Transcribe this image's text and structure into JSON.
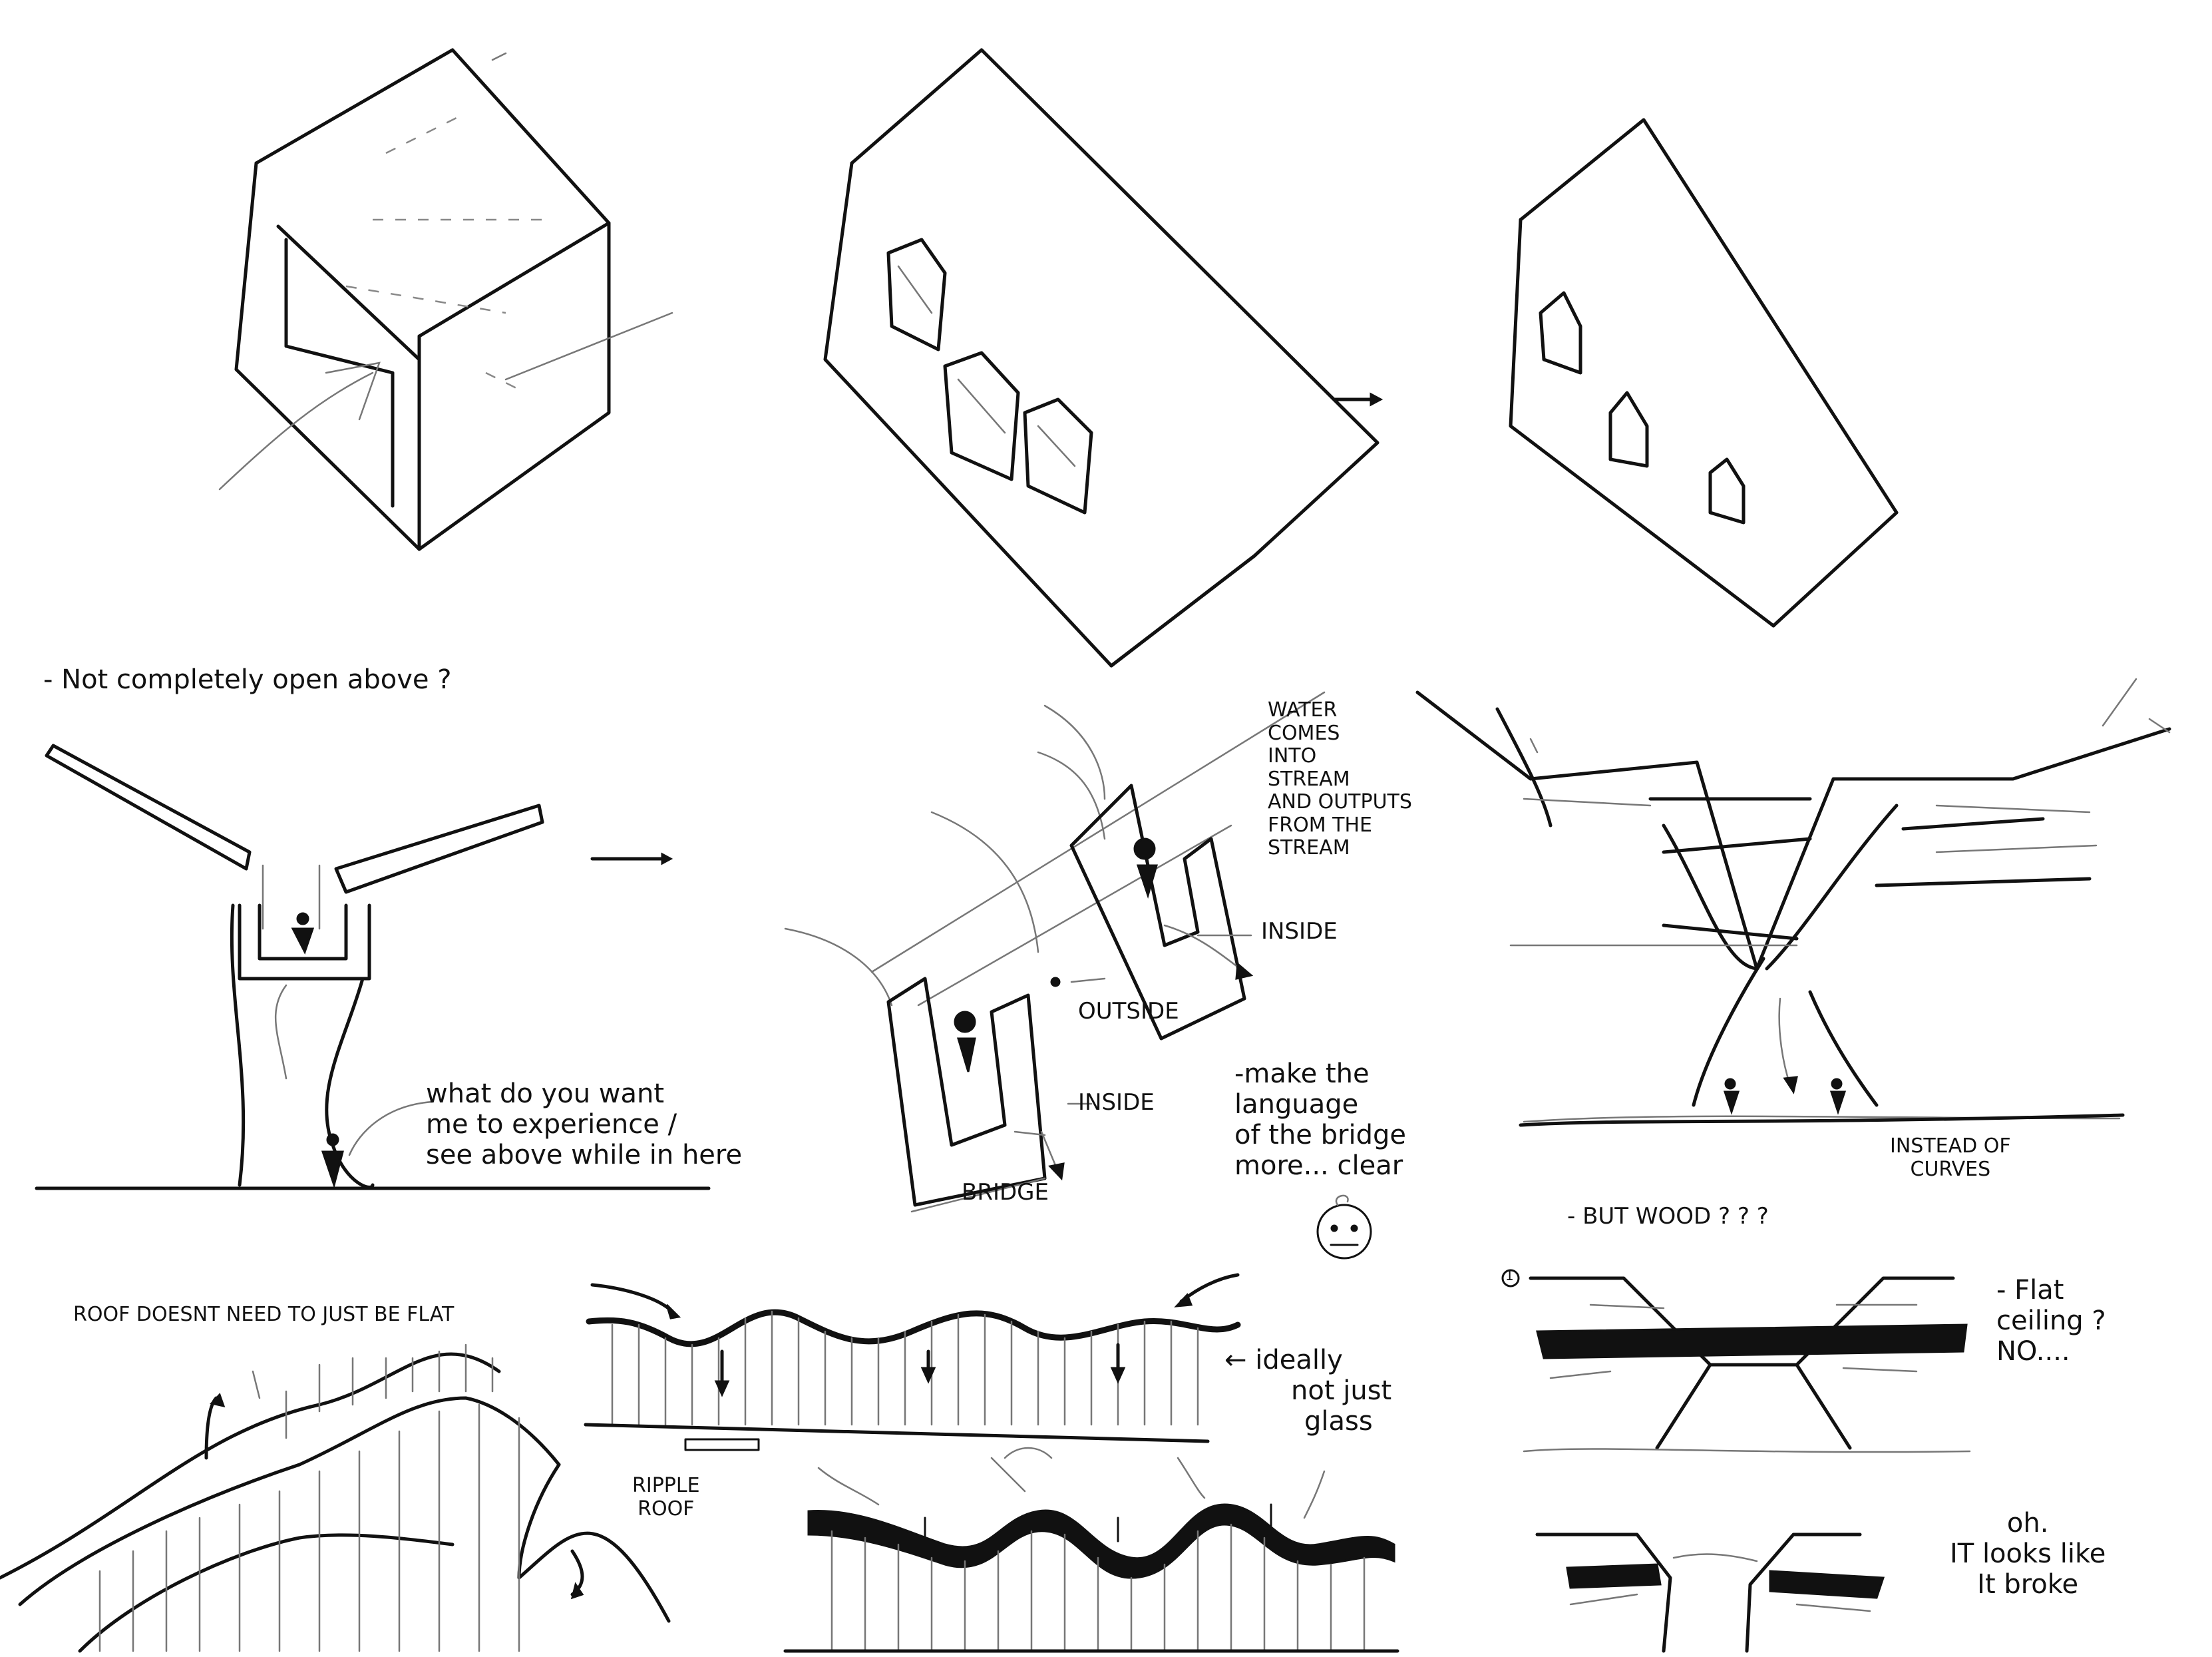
{
  "notes": {
    "not_open_above": "- Not completely open above ?",
    "water_stream": [
      "WATER",
      "COMES",
      "INTO",
      "STREAM",
      "AND OUTPUTS",
      "FROM THE",
      "STREAM"
    ],
    "inside_top": "INSIDE",
    "outside": "OUTSIDE",
    "inside_bottom": "INSIDE",
    "bridge": "BRIDGE",
    "experience": [
      "what do you want",
      "me to experience /",
      "see above while in here"
    ],
    "make_language": [
      "-make the",
      "language",
      "of the bridge",
      "more... clear"
    ],
    "instead_of_curves": [
      "INSTEAD OF",
      "CURVES"
    ],
    "but_wood": "- BUT WOOD ? ? ?",
    "circle_num": "1",
    "flat_ceiling": [
      "- Flat",
      "ceiling ?",
      "NO...."
    ],
    "roof_flat": "ROOF DOESNT NEED TO JUST BE FLAT",
    "ideally_glass": [
      "← ideally",
      "not just",
      "glass"
    ],
    "ripple_roof": [
      "RIPPLE",
      "ROOF"
    ],
    "looks_broke": [
      "oh.",
      "IT looks like",
      "It broke"
    ]
  }
}
